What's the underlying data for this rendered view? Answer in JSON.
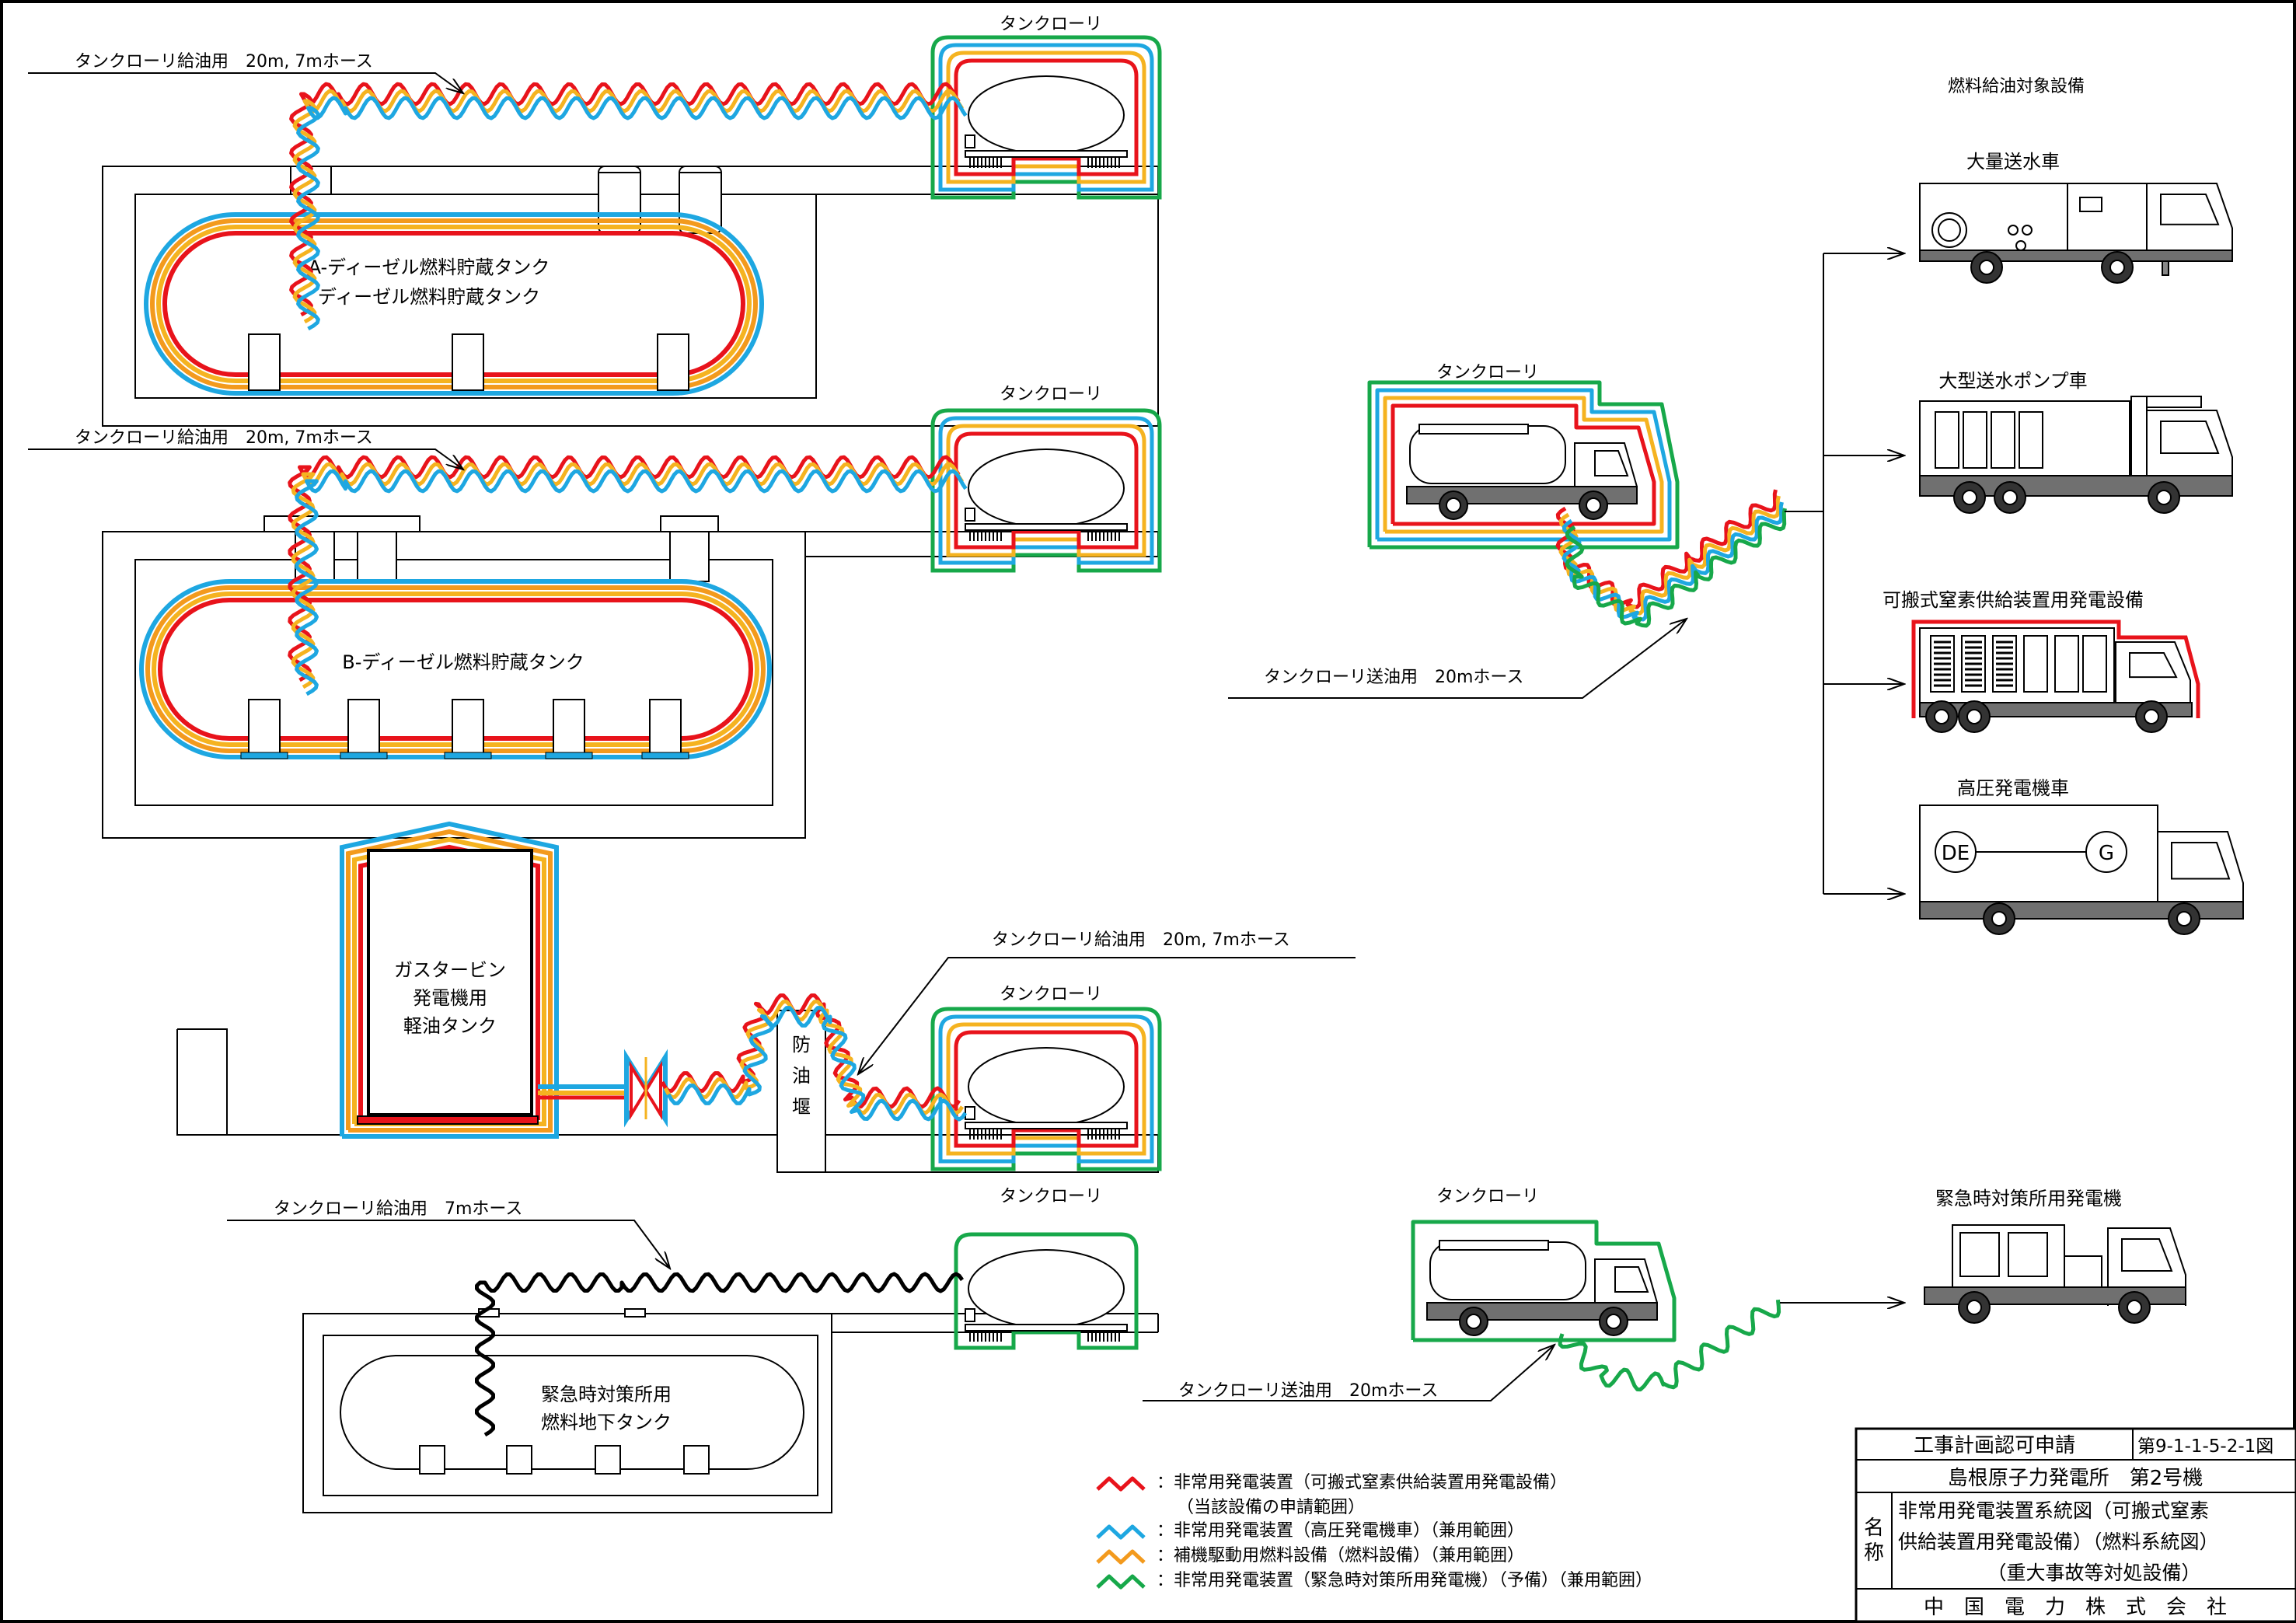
{
  "colors": {
    "red": "#e8131b",
    "yellow": "#f5b320",
    "orange": "#f39a1d",
    "blue": "#1ea7e1",
    "green": "#17a84a",
    "body": "#000000",
    "chassis": "#707070",
    "wheel": "#333333"
  },
  "tank_lorry_label": "タンクローリ",
  "hoses": {
    "a_feed": "タンクローリ給油用　20m, 7mホース",
    "b_feed": "タンクローリ給油用　20m, 7mホース",
    "gt_feed": "タンクローリ給油用　20m, 7mホース",
    "em_feed": "タンクローリ給油用　7mホース",
    "send_top": "タンクローリ送油用　20mホース",
    "send_bottom": "タンクローリ送油用　20mホース"
  },
  "tanks": {
    "a_line1": "A-ディーゼル燃料貯蔵タンク",
    "a_line2": "ディーゼル燃料貯蔵タンク",
    "b_line1": "B-ディーゼル燃料貯蔵タンク",
    "gt_line1": "ガスタービン",
    "gt_line2": "発電機用",
    "gt_line3": "軽油タンク",
    "dike_1": "防",
    "dike_2": "油",
    "dike_3": "堰",
    "em_line1": "緊急時対策所用",
    "em_line2": "燃料地下タンク"
  },
  "targets": {
    "header": "燃料給油対象設備",
    "large_water_truck": "大量送水車",
    "large_pump_truck": "大型送水ポンプ車",
    "nitrogen_generator": "可搬式窒素供給装置用発電設備",
    "hv_generator": "高圧発電機車",
    "de_label": "DE",
    "g_label": "G",
    "em_generator": "緊急時対策所用発電機"
  },
  "legend": [
    {
      "color_key": "red",
      "text": "：非常用発電装置（可搬式窒素供給装置用発電設備）",
      "sub": "（当該設備の申請範囲）"
    },
    {
      "color_key": "blue",
      "text": "：非常用発電装置（高圧発電機車）（兼用範囲）"
    },
    {
      "color_key": "orange",
      "text": "：補機駆動用燃料設備（燃料設備）（兼用範囲）"
    },
    {
      "color_key": "green",
      "text": "：非常用発電装置（緊急時対策所用発電機）（予備）（兼用範囲）"
    }
  ],
  "title_block": {
    "application": "工事計画認可申請",
    "figure_no": "第9-1-1-5-2-1図",
    "plant": "島根原子力発電所　第2号機",
    "name_label_1": "名",
    "name_label_2": "称",
    "name_line1": "非常用発電装置系統図（可搬式窒素",
    "name_line2": "供給装置用発電設備）（燃料系統図）",
    "name_line3": "（重大事故等対処設備）",
    "company": "中　国　電　力　株　式　会　社"
  }
}
